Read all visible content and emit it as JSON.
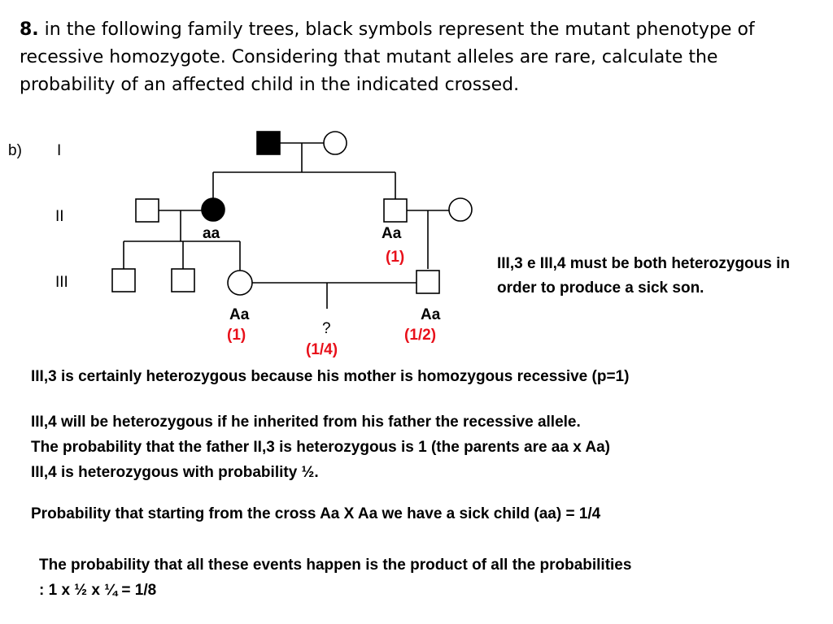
{
  "question": {
    "number": "8.",
    "text": " in the following family trees, black symbols represent the mutant phenotype of recessive homozygote. Considering that mutant alleles are rare, calculate the probability of an affected child in the indicated crossed."
  },
  "pedigree": {
    "part_label": "b)",
    "generations": [
      "I",
      "II",
      "III"
    ],
    "genotypes": {
      "II_2": "aa",
      "II_3": "Aa",
      "III_3": "Aa",
      "III_4": "Aa"
    },
    "probabilities": {
      "II_3": "(1)",
      "III_3": "(1)",
      "III_4": "(1/2)",
      "child": "(1/4)"
    },
    "child_unknown": "?",
    "individuals": [
      {
        "id": "I_1",
        "sex": "male",
        "affected": true
      },
      {
        "id": "I_2",
        "sex": "female",
        "affected": false
      },
      {
        "id": "II_1",
        "sex": "male",
        "affected": false
      },
      {
        "id": "II_2",
        "sex": "female",
        "affected": true
      },
      {
        "id": "II_3",
        "sex": "male",
        "affected": false
      },
      {
        "id": "II_4",
        "sex": "female",
        "affected": false
      },
      {
        "id": "III_1",
        "sex": "male",
        "affected": false
      },
      {
        "id": "III_2",
        "sex": "male",
        "affected": false
      },
      {
        "id": "III_3",
        "sex": "female",
        "affected": false
      },
      {
        "id": "III_4",
        "sex": "male",
        "affected": false
      }
    ]
  },
  "notes": {
    "side_line1": "III,3 e III,4 must be both heterozygous in",
    "side_line2": "order to produce a sick son.",
    "n1": "III,3  is certainly heterozygous because his mother is homozygous recessive  (p=1)",
    "n2": "III,4 will be heterozygous if he inherited from his father the recessive allele.",
    "n3": " The probability that the father   II,3 is heterozygous is 1 (the parents are aa x Aa)",
    "n4": "  III,4 is heterozygous with probability ½.",
    "n5": "Probability that starting from the cross Aa X Aa we have a sick child (aa) = 1/4",
    "n6": "The probability that all these events happen is the product of all the probabilities",
    "n7": ": 1 x ½ x ¼ = 1/8"
  }
}
